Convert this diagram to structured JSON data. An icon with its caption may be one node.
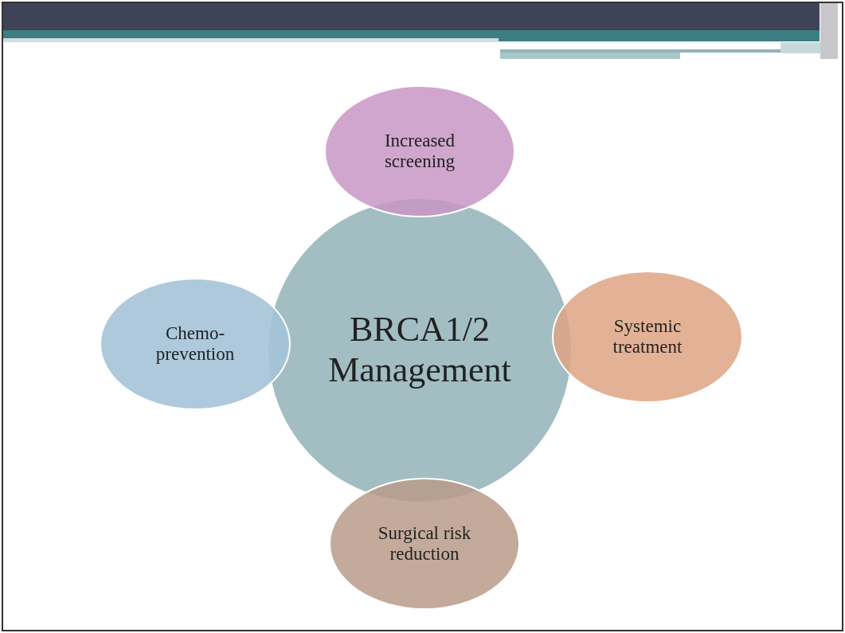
{
  "diagram": {
    "nodes": [
      {
        "text": [
          "BRCA1/2 Management"
        ]
      },
      {
        "text": [
          "Increased screening"
        ]
      },
      {
        "text": [
          "Systemic treatment"
        ]
      },
      {
        "text": [
          "Surgical risk reduction"
        ]
      },
      {
        "text": [
          "Chemo- prevention"
        ]
      }
    ]
  }
}
